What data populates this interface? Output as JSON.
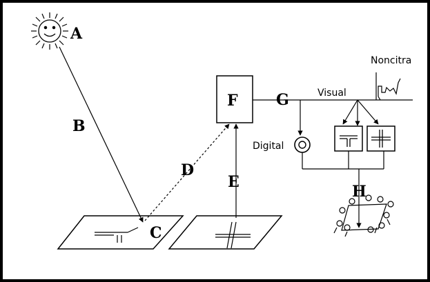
{
  "labels": {
    "a": "A",
    "b": "B",
    "c": "C",
    "d": "D",
    "e": "E",
    "f": "F",
    "g": "G",
    "h": "H"
  },
  "text": {
    "noncitra": "Noncitra",
    "visual": "Visual",
    "digital": "Digital"
  },
  "icons": {
    "sun": "sun-icon",
    "digital_device": "digital-disc-icon",
    "users": "users-group-icon"
  }
}
